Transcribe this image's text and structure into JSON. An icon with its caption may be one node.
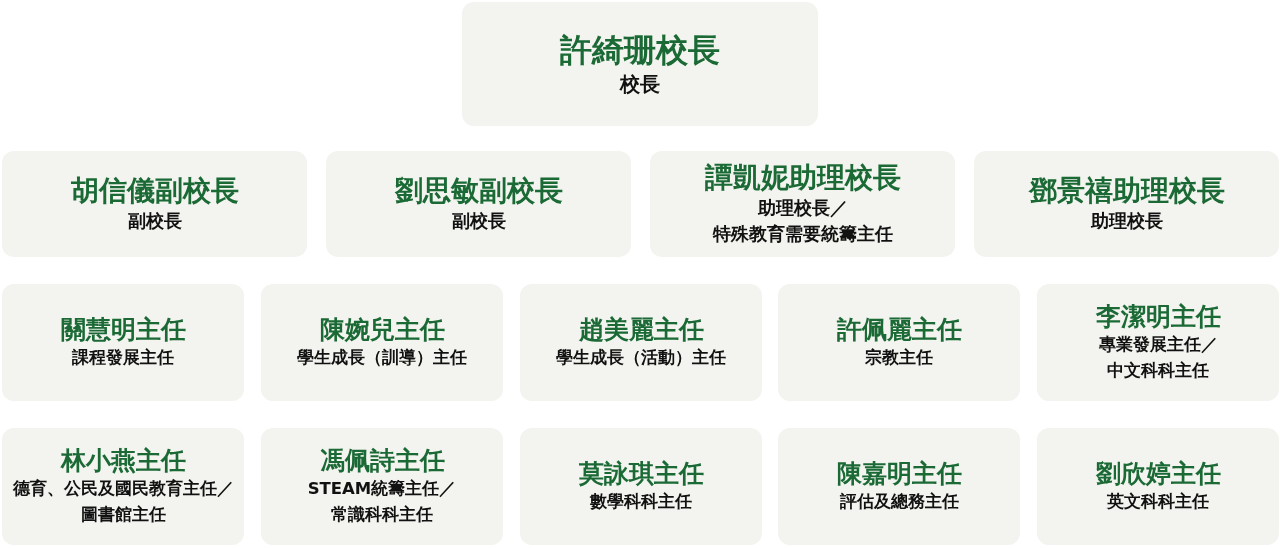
{
  "diagram": {
    "nodes": [
      {
        "text": [
          "許綺珊校長",
          "校長"
        ]
      },
      {
        "text": [
          "胡信儀副校長",
          "副校長"
        ]
      },
      {
        "text": [
          "劉思敏副校長",
          "副校長"
        ]
      },
      {
        "text": [
          "譚凱妮助理校長",
          "助理校長／特殊教育需要統籌主任"
        ]
      },
      {
        "text": [
          "鄧景禧助理校長",
          "助理校長"
        ]
      },
      {
        "text": [
          "關慧明主任",
          "課程發展主任"
        ]
      },
      {
        "text": [
          "陳婉兒主任",
          "學生成長（訓導）主任"
        ]
      },
      {
        "text": [
          "趙美麗主任",
          "學生成長（活動）主任"
        ]
      },
      {
        "text": [
          "許佩麗主任",
          "宗教主任"
        ]
      },
      {
        "text": [
          "李潔明主任",
          "專業發展主任／中文科科主任"
        ]
      },
      {
        "text": [
          "林小燕主任",
          "德育、公民及國民教育主任／圖書館主任"
        ]
      },
      {
        "text": [
          "馮佩詩主任",
          "STEAM統籌主任／常識科科主任"
        ]
      },
      {
        "text": [
          "莫詠琪主任",
          "數學科科主任"
        ]
      },
      {
        "text": [
          "陳嘉明主任",
          "評估及總務主任"
        ]
      },
      {
        "text": [
          "劉欣婷主任",
          "英文科科主任"
        ]
      }
    ]
  }
}
